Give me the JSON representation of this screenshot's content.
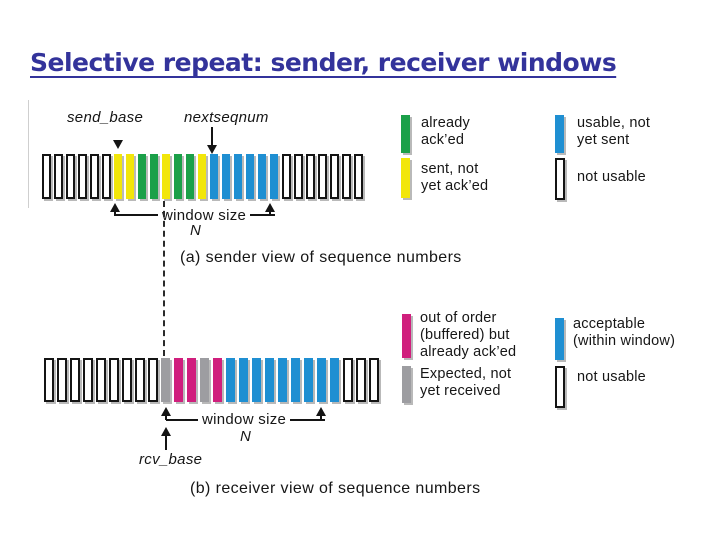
{
  "title": "Selective repeat: sender, receiver windows",
  "colors": {
    "acked": "#1BA049",
    "sent": "#F2E60A",
    "usable": "#1F8FD2",
    "ooo": "#D01F7D",
    "expected": "#9D9DA1",
    "acc": "#1F8FD2"
  },
  "sender": {
    "send_base_label": "send_base",
    "nextseqnum_label": "nextseqnum",
    "window_size_label": "window size",
    "n_label": "N",
    "caption": "(a) sender view of sequence numbers",
    "bars": [
      "nu",
      "nu",
      "nu",
      "nu",
      "nu",
      "nu",
      "sent",
      "sent",
      "acked",
      "acked",
      "sent",
      "acked",
      "acked",
      "sent",
      "usable",
      "usable",
      "usable",
      "usable",
      "usable",
      "usable",
      "nu",
      "nu",
      "nu",
      "nu",
      "nu",
      "nu",
      "nu"
    ]
  },
  "receiver": {
    "rcv_base_label": "rcv_base",
    "window_size_label": "window size",
    "n_label": "N",
    "caption": "(b) receiver view of sequence numbers",
    "bars": [
      "nu",
      "nu",
      "nu",
      "nu",
      "nu",
      "nu",
      "nu",
      "nu",
      "nu",
      "expected",
      "ooo",
      "ooo",
      "expected",
      "ooo",
      "acc",
      "acc",
      "acc",
      "acc",
      "acc",
      "acc",
      "acc",
      "acc",
      "acc",
      "nu",
      "nu",
      "nu"
    ]
  },
  "legend_sender": [
    {
      "key": "acked",
      "label": "already\nack’ed"
    },
    {
      "key": "sent",
      "label": "sent, not\nyet ack’ed"
    },
    {
      "key": "usable",
      "label": "usable, not\nyet sent"
    },
    {
      "key": "nu",
      "label": "not usable"
    }
  ],
  "legend_receiver": [
    {
      "key": "ooo",
      "label": "out of order\n(buffered) but\nalready ack’ed"
    },
    {
      "key": "expected",
      "label": "Expected, not\nyet received"
    },
    {
      "key": "acc",
      "label": "acceptable\n(within window)"
    },
    {
      "key": "nu",
      "label": "not usable"
    }
  ]
}
